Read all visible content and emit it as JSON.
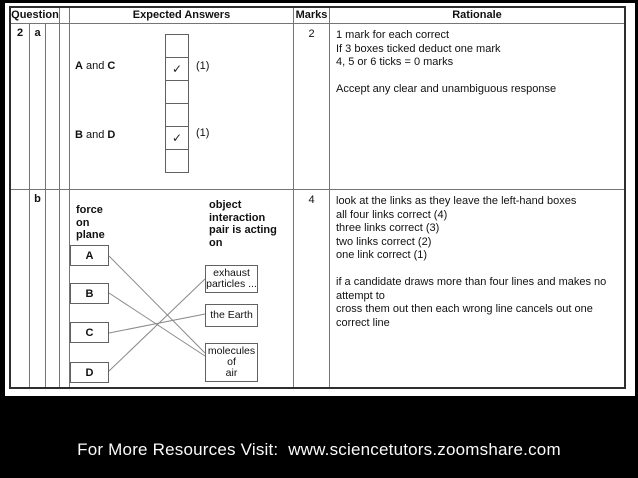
{
  "page": {
    "background": "#000000",
    "sheet_background": "#ffffff",
    "grid_line_color": "#757575",
    "footer_text": "For More Resources Visit:  www.sciencetutors.zoomshare.com"
  },
  "table": {
    "headers": {
      "question": "Question",
      "expected_answers": "Expected Answers",
      "marks": "Marks",
      "rationale": "Rationale"
    },
    "rows": [
      {
        "question_number": "2",
        "question_part": "a",
        "marks": "2",
        "answer": {
          "pair1": {
            "first": "A",
            "conj": " and ",
            "second": "C"
          },
          "pair2": {
            "first": "B",
            "conj": " and ",
            "second": "D"
          },
          "tick_glyph": "✓",
          "mark_label_1": "(1)",
          "mark_label_2": "(1)",
          "boxes_total": 6,
          "ticked_boxes": [
            2,
            5
          ]
        },
        "rationale_lines": [
          "1 mark for each correct",
          "If 3 boxes ticked deduct one mark",
          "4, 5 or 6 ticks = 0 marks",
          "",
          "Accept any clear and unambiguous response"
        ]
      },
      {
        "question_number": "",
        "question_part": "b",
        "marks": "4",
        "diagram": {
          "left_heading": "force\non\nplane",
          "right_heading": "object\ninteraction\npair is acting\non",
          "left_boxes": {
            "a": "A",
            "b": "B",
            "c": "C",
            "d": "D"
          },
          "right_boxes": {
            "exhaust": "exhaust\nparticles ...",
            "earth": "the Earth",
            "molecules": "molecules of\nair"
          },
          "links": [
            {
              "from": "A",
              "to": "molecules of air"
            },
            {
              "from": "B",
              "to": "molecules of air"
            },
            {
              "from": "C",
              "to": "the Earth"
            },
            {
              "from": "D",
              "to": "exhaust particles ..."
            }
          ]
        },
        "rationale_lines": [
          "look at the links as they leave the left-hand boxes",
          "all four links correct (4)",
          "three links correct (3)",
          "two links correct (2)",
          "one link correct (1)",
          "",
          "if a candidate draws more than four lines and makes no attempt to",
          "cross them out then each wrong line cancels out one correct line"
        ]
      }
    ]
  }
}
